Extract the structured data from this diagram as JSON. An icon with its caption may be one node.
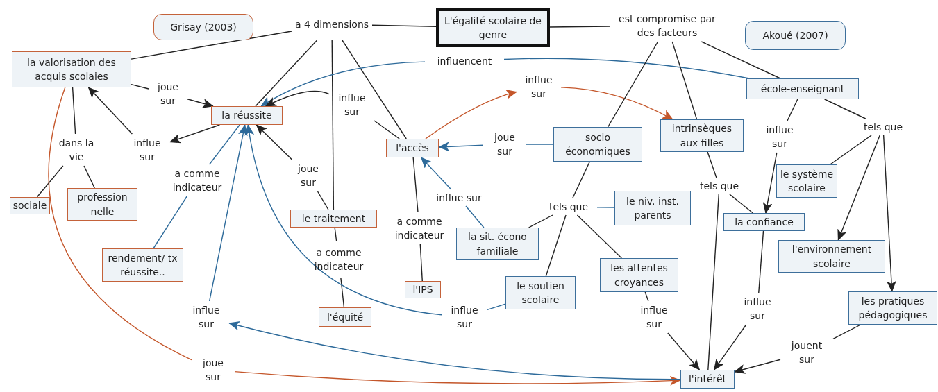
{
  "diagram": {
    "nodes": [
      {
        "text": [
          "Grisay (2003)"
        ]
      },
      {
        "text": [
          "a 4 dimensions"
        ]
      },
      {
        "text": [
          "L'égalité scolaire de genre"
        ]
      },
      {
        "text": [
          "est compromise par des facteurs"
        ]
      },
      {
        "text": [
          "Akoué (2007)"
        ]
      },
      {
        "text": [
          "la valorisation des acquis scolaies"
        ]
      },
      {
        "text": [
          "influencent"
        ]
      },
      {
        "text": [
          "école-enseignant"
        ]
      },
      {
        "text": [
          "joue sur"
        ]
      },
      {
        "text": [
          "influe sur"
        ]
      },
      {
        "text": [
          "la réussite"
        ]
      },
      {
        "text": [
          "influe sur"
        ]
      },
      {
        "text": [
          "influe sur"
        ]
      },
      {
        "text": [
          "tels que"
        ]
      },
      {
        "text": [
          "socio économiques"
        ]
      },
      {
        "text": [
          "intrinsèques aux filles"
        ]
      },
      {
        "text": [
          "dans la vie"
        ]
      },
      {
        "text": [
          "influe sur"
        ]
      },
      {
        "text": [
          "l'accès"
        ]
      },
      {
        "text": [
          "joue sur"
        ]
      },
      {
        "text": [
          "a comme indicateur"
        ]
      },
      {
        "text": [
          "joue sur"
        ]
      },
      {
        "text": [
          "le système scolaire"
        ]
      },
      {
        "text": [
          "tels que"
        ]
      },
      {
        "text": [
          "influe sur"
        ]
      },
      {
        "text": [
          "sociale"
        ]
      },
      {
        "text": [
          "profession nelle"
        ]
      },
      {
        "text": [
          "tels que"
        ]
      },
      {
        "text": [
          "le niv. inst. parents"
        ]
      },
      {
        "text": [
          "le traitement"
        ]
      },
      {
        "text": [
          "a comme indicateur"
        ]
      },
      {
        "text": [
          "la sit. écono familiale"
        ]
      },
      {
        "text": [
          "la confiance"
        ]
      },
      {
        "text": [
          "l'environnement scolaire"
        ]
      },
      {
        "text": [
          "rendement/ tx réussite.."
        ]
      },
      {
        "text": [
          "a comme indicateur"
        ]
      },
      {
        "text": [
          "les attentes croyances"
        ]
      },
      {
        "text": [
          "l'IPS"
        ]
      },
      {
        "text": [
          "le soutien scolaire"
        ]
      },
      {
        "text": [
          "les pratiques pédagogiques"
        ]
      },
      {
        "text": [
          "influe sur"
        ]
      },
      {
        "text": [
          "l'équité"
        ]
      },
      {
        "text": [
          "influe sur"
        ]
      },
      {
        "text": [
          "influe sur"
        ]
      },
      {
        "text": [
          "influe sur"
        ]
      },
      {
        "text": [
          "jouent sur"
        ]
      },
      {
        "text": [
          "joue sur"
        ]
      },
      {
        "text": [
          "l'intérêt"
        ]
      }
    ],
    "edges": [
      {
        "from": 1,
        "to": 2,
        "arrow": "none"
      },
      {
        "from": 2,
        "to": 3,
        "arrow": "none"
      },
      {
        "from": 1,
        "to": 5,
        "arrow": "none"
      },
      {
        "from": 1,
        "to": 10,
        "arrow": "none"
      },
      {
        "from": 1,
        "to": 29,
        "arrow": "none"
      },
      {
        "from": 1,
        "to": 18,
        "arrow": "none"
      },
      {
        "from": 5,
        "to": 8,
        "arrow": "none"
      },
      {
        "from": 8,
        "to": 10,
        "arrow": "to"
      },
      {
        "from": 10,
        "to": 17,
        "arrow": "to"
      },
      {
        "from": 17,
        "to": 5,
        "arrow": "to"
      },
      {
        "from": 5,
        "to": 16,
        "arrow": "none"
      },
      {
        "from": 16,
        "to": 25,
        "arrow": "none"
      },
      {
        "from": 16,
        "to": 26,
        "arrow": "none"
      },
      {
        "from": 5,
        "to": 46,
        "arrow": "none",
        "color": "#c4562a"
      },
      {
        "from": 46,
        "to": 47,
        "arrow": "to",
        "color": "#c4562a"
      },
      {
        "from": 7,
        "to": 6,
        "arrow": "none",
        "color": "#2d6a9a"
      },
      {
        "from": 6,
        "to": 10,
        "arrow": "to",
        "color": "#2d6a9a"
      },
      {
        "from": 18,
        "to": 11,
        "arrow": "none"
      },
      {
        "from": 11,
        "to": 10,
        "arrow": "to"
      },
      {
        "from": 18,
        "to": 9,
        "arrow": "to",
        "color": "#c4562a"
      },
      {
        "from": 9,
        "to": 15,
        "arrow": "to",
        "color": "#c4562a"
      },
      {
        "from": 14,
        "to": 19,
        "arrow": "none",
        "color": "#2d6a9a"
      },
      {
        "from": 19,
        "to": 18,
        "arrow": "to",
        "color": "#2d6a9a"
      },
      {
        "from": 10,
        "to": 20,
        "arrow": "none",
        "color": "#2d6a9a"
      },
      {
        "from": 20,
        "to": 34,
        "arrow": "none",
        "color": "#2d6a9a"
      },
      {
        "from": 29,
        "to": 21,
        "arrow": "none"
      },
      {
        "from": 21,
        "to": 10,
        "arrow": "to"
      },
      {
        "from": 29,
        "to": 35,
        "arrow": "none"
      },
      {
        "from": 35,
        "to": 41,
        "arrow": "none"
      },
      {
        "from": 18,
        "to": 30,
        "arrow": "none"
      },
      {
        "from": 30,
        "to": 37,
        "arrow": "none"
      },
      {
        "from": 31,
        "to": 24,
        "arrow": "none",
        "color": "#2d6a9a"
      },
      {
        "from": 24,
        "to": 18,
        "arrow": "to",
        "color": "#2d6a9a"
      },
      {
        "from": 3,
        "to": 14,
        "arrow": "none"
      },
      {
        "from": 3,
        "to": 15,
        "arrow": "none"
      },
      {
        "from": 3,
        "to": 7,
        "arrow": "none"
      },
      {
        "from": 7,
        "to": 12,
        "arrow": "none"
      },
      {
        "from": 12,
        "to": 32,
        "arrow": "to"
      },
      {
        "from": 7,
        "to": 13,
        "arrow": "none"
      },
      {
        "from": 13,
        "to": 22,
        "arrow": "none"
      },
      {
        "from": 13,
        "to": 33,
        "arrow": "to"
      },
      {
        "from": 13,
        "to": 39,
        "arrow": "to"
      },
      {
        "from": 15,
        "to": 23,
        "arrow": "none"
      },
      {
        "from": 23,
        "to": 32,
        "arrow": "none"
      },
      {
        "from": 23,
        "to": 47,
        "arrow": "none"
      },
      {
        "from": 14,
        "to": 27,
        "arrow": "none"
      },
      {
        "from": 27,
        "to": 28,
        "arrow": "none",
        "color": "#2d6a9a"
      },
      {
        "from": 27,
        "to": 31,
        "arrow": "none"
      },
      {
        "from": 27,
        "to": 38,
        "arrow": "none"
      },
      {
        "from": 27,
        "to": 36,
        "arrow": "none"
      },
      {
        "from": 36,
        "to": 43,
        "arrow": "none"
      },
      {
        "from": 43,
        "to": 47,
        "arrow": "to"
      },
      {
        "from": 32,
        "to": 44,
        "arrow": "none"
      },
      {
        "from": 44,
        "to": 47,
        "arrow": "to"
      },
      {
        "from": 39,
        "to": 45,
        "arrow": "none"
      },
      {
        "from": 45,
        "to": 47,
        "arrow": "to"
      },
      {
        "from": 38,
        "to": 42,
        "arrow": "none",
        "color": "#2d6a9a"
      },
      {
        "from": 42,
        "to": 10,
        "arrow": "to",
        "color": "#2d6a9a"
      },
      {
        "from": 47,
        "to": 40,
        "arrow": "to",
        "color": "#2d6a9a"
      },
      {
        "from": 40,
        "to": 10,
        "arrow": "to",
        "color": "#2d6a9a"
      }
    ]
  }
}
